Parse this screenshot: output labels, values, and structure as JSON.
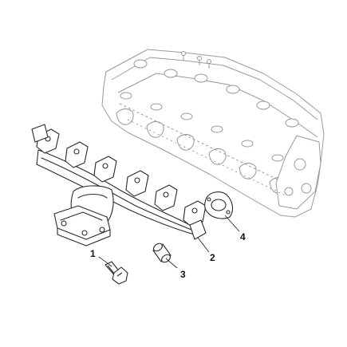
{
  "callouts": [
    {
      "id": "1",
      "part": "bolt"
    },
    {
      "id": "2",
      "part": "exhaust-manifold"
    },
    {
      "id": "3",
      "part": "spacer-sleeve"
    },
    {
      "id": "4",
      "part": "gasket"
    }
  ],
  "colors": {
    "line": "#2a2a2a",
    "part_fill": "#ffffff",
    "engine_line": "#9a9a9a",
    "background": "#ffffff"
  }
}
